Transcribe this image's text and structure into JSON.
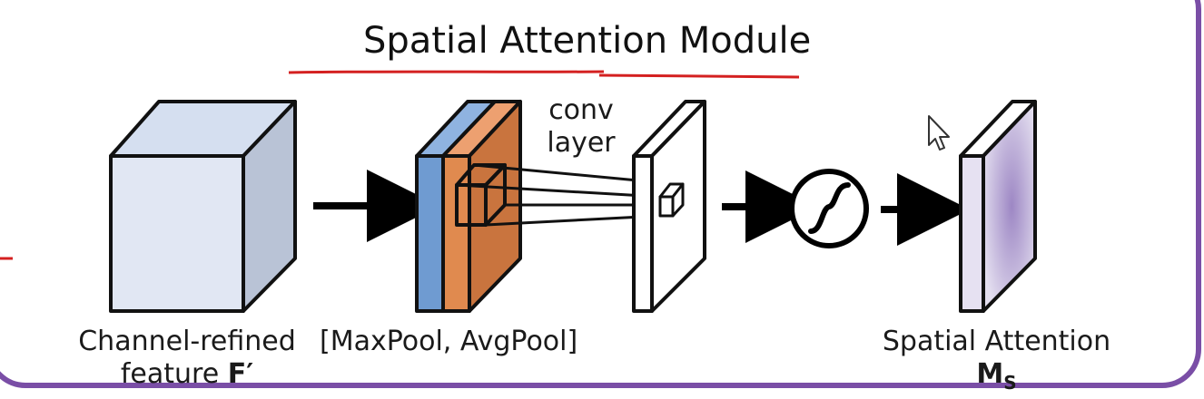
{
  "title": "Spatial Attention Module",
  "conv_label_line1": "conv",
  "conv_label_line2": "layer",
  "input_label_line1": "Channel-refined",
  "input_label_line2_prefix": "feature ",
  "input_label_symbol": "F′",
  "pool_label": "[MaxPool, AvgPool]",
  "output_label_line1": "Spatial Attention",
  "output_label_symbol": "M",
  "output_label_subscript": "S",
  "sigmoid_icon": "sigmoid-icon",
  "cursor_icon": "mouse-pointer-icon",
  "colors": {
    "frame": "#7a4ea6",
    "underline": "#d42020",
    "cube_front": "#e1e7f3",
    "cube_top": "#d5dff0",
    "cube_side": "#b9c3d6",
    "maxpool": "#6f9bd1",
    "avgpool": "#e08a4f",
    "attention_map": "#a995c6"
  }
}
